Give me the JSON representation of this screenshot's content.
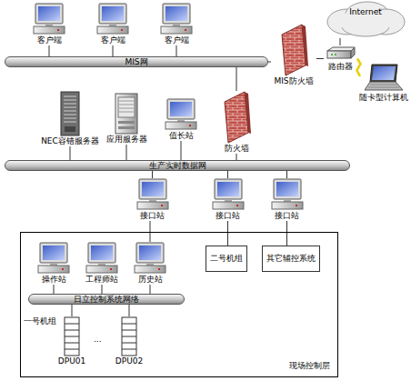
{
  "diagram": {
    "nodes": [
      {
        "text": [
          "客户端"
        ]
      },
      {
        "text": [
          "客户端"
        ]
      },
      {
        "text": [
          "客户端"
        ]
      },
      {
        "text": [
          "Internet"
        ]
      },
      {
        "text": [
          "MIS网"
        ]
      },
      {
        "text": [
          "MIS防火墙"
        ]
      },
      {
        "text": [
          "路由器"
        ]
      },
      {
        "text": [
          "随卡型计算机"
        ]
      },
      {
        "text": [
          "NEC容错服务器"
        ]
      },
      {
        "text": [
          "应用服务器"
        ]
      },
      {
        "text": [
          "值长站"
        ]
      },
      {
        "text": [
          "防火墙"
        ]
      },
      {
        "text": [
          "生产实时数据网"
        ]
      },
      {
        "text": [
          "接口站"
        ]
      },
      {
        "text": [
          "接口站"
        ]
      },
      {
        "text": [
          "接口站"
        ]
      },
      {
        "text": [
          "现场控制层"
        ]
      },
      {
        "text": [
          "操作站"
        ],
        "in": 16
      },
      {
        "text": [
          "工程师站"
        ],
        "in": 16
      },
      {
        "text": [
          "历史站"
        ],
        "in": 16
      },
      {
        "text": [
          "二号机组"
        ],
        "in": 16
      },
      {
        "text": [
          "其它辅控系统"
        ],
        "in": 16
      },
      {
        "text": [
          "日立控制系统网络"
        ],
        "in": 16
      },
      {
        "text": [
          "DPU01"
        ],
        "in": 16
      },
      {
        "text": [
          "DPU02"
        ],
        "in": 16
      }
    ],
    "edges": [
      {
        "from": 0,
        "to": 4,
        "arrow": "none"
      },
      {
        "from": 1,
        "to": 4,
        "arrow": "none"
      },
      {
        "from": 2,
        "to": 4,
        "arrow": "none"
      },
      {
        "from": 4,
        "to": 5,
        "arrow": "none"
      },
      {
        "from": 5,
        "to": 6,
        "arrow": "none"
      },
      {
        "from": 6,
        "to": 3,
        "arrow": "none"
      },
      {
        "from": 6,
        "to": 7,
        "arrow": "none"
      },
      {
        "from": 4,
        "to": 11,
        "arrow": "none"
      },
      {
        "from": 8,
        "to": 12,
        "arrow": "none"
      },
      {
        "from": 9,
        "to": 12,
        "arrow": "none"
      },
      {
        "from": 10,
        "to": 12,
        "arrow": "none"
      },
      {
        "from": 11,
        "to": 12,
        "arrow": "none"
      },
      {
        "from": 12,
        "to": 13,
        "arrow": "none"
      },
      {
        "from": 12,
        "to": 14,
        "arrow": "none"
      },
      {
        "from": 12,
        "to": 15,
        "arrow": "none"
      },
      {
        "from": 13,
        "to": 19,
        "arrow": "none"
      },
      {
        "from": 14,
        "to": 20,
        "arrow": "none"
      },
      {
        "from": 15,
        "to": 21,
        "arrow": "none"
      },
      {
        "from": 17,
        "to": 22,
        "arrow": "none"
      },
      {
        "from": 18,
        "to": 22,
        "arrow": "none"
      },
      {
        "from": 19,
        "to": 22,
        "arrow": "none"
      },
      {
        "from": 22,
        "to": 23,
        "arrow": "none"
      },
      {
        "from": 22,
        "to": 24,
        "arrow": "none"
      }
    ],
    "labels": [
      "一号机组",
      "..."
    ]
  }
}
